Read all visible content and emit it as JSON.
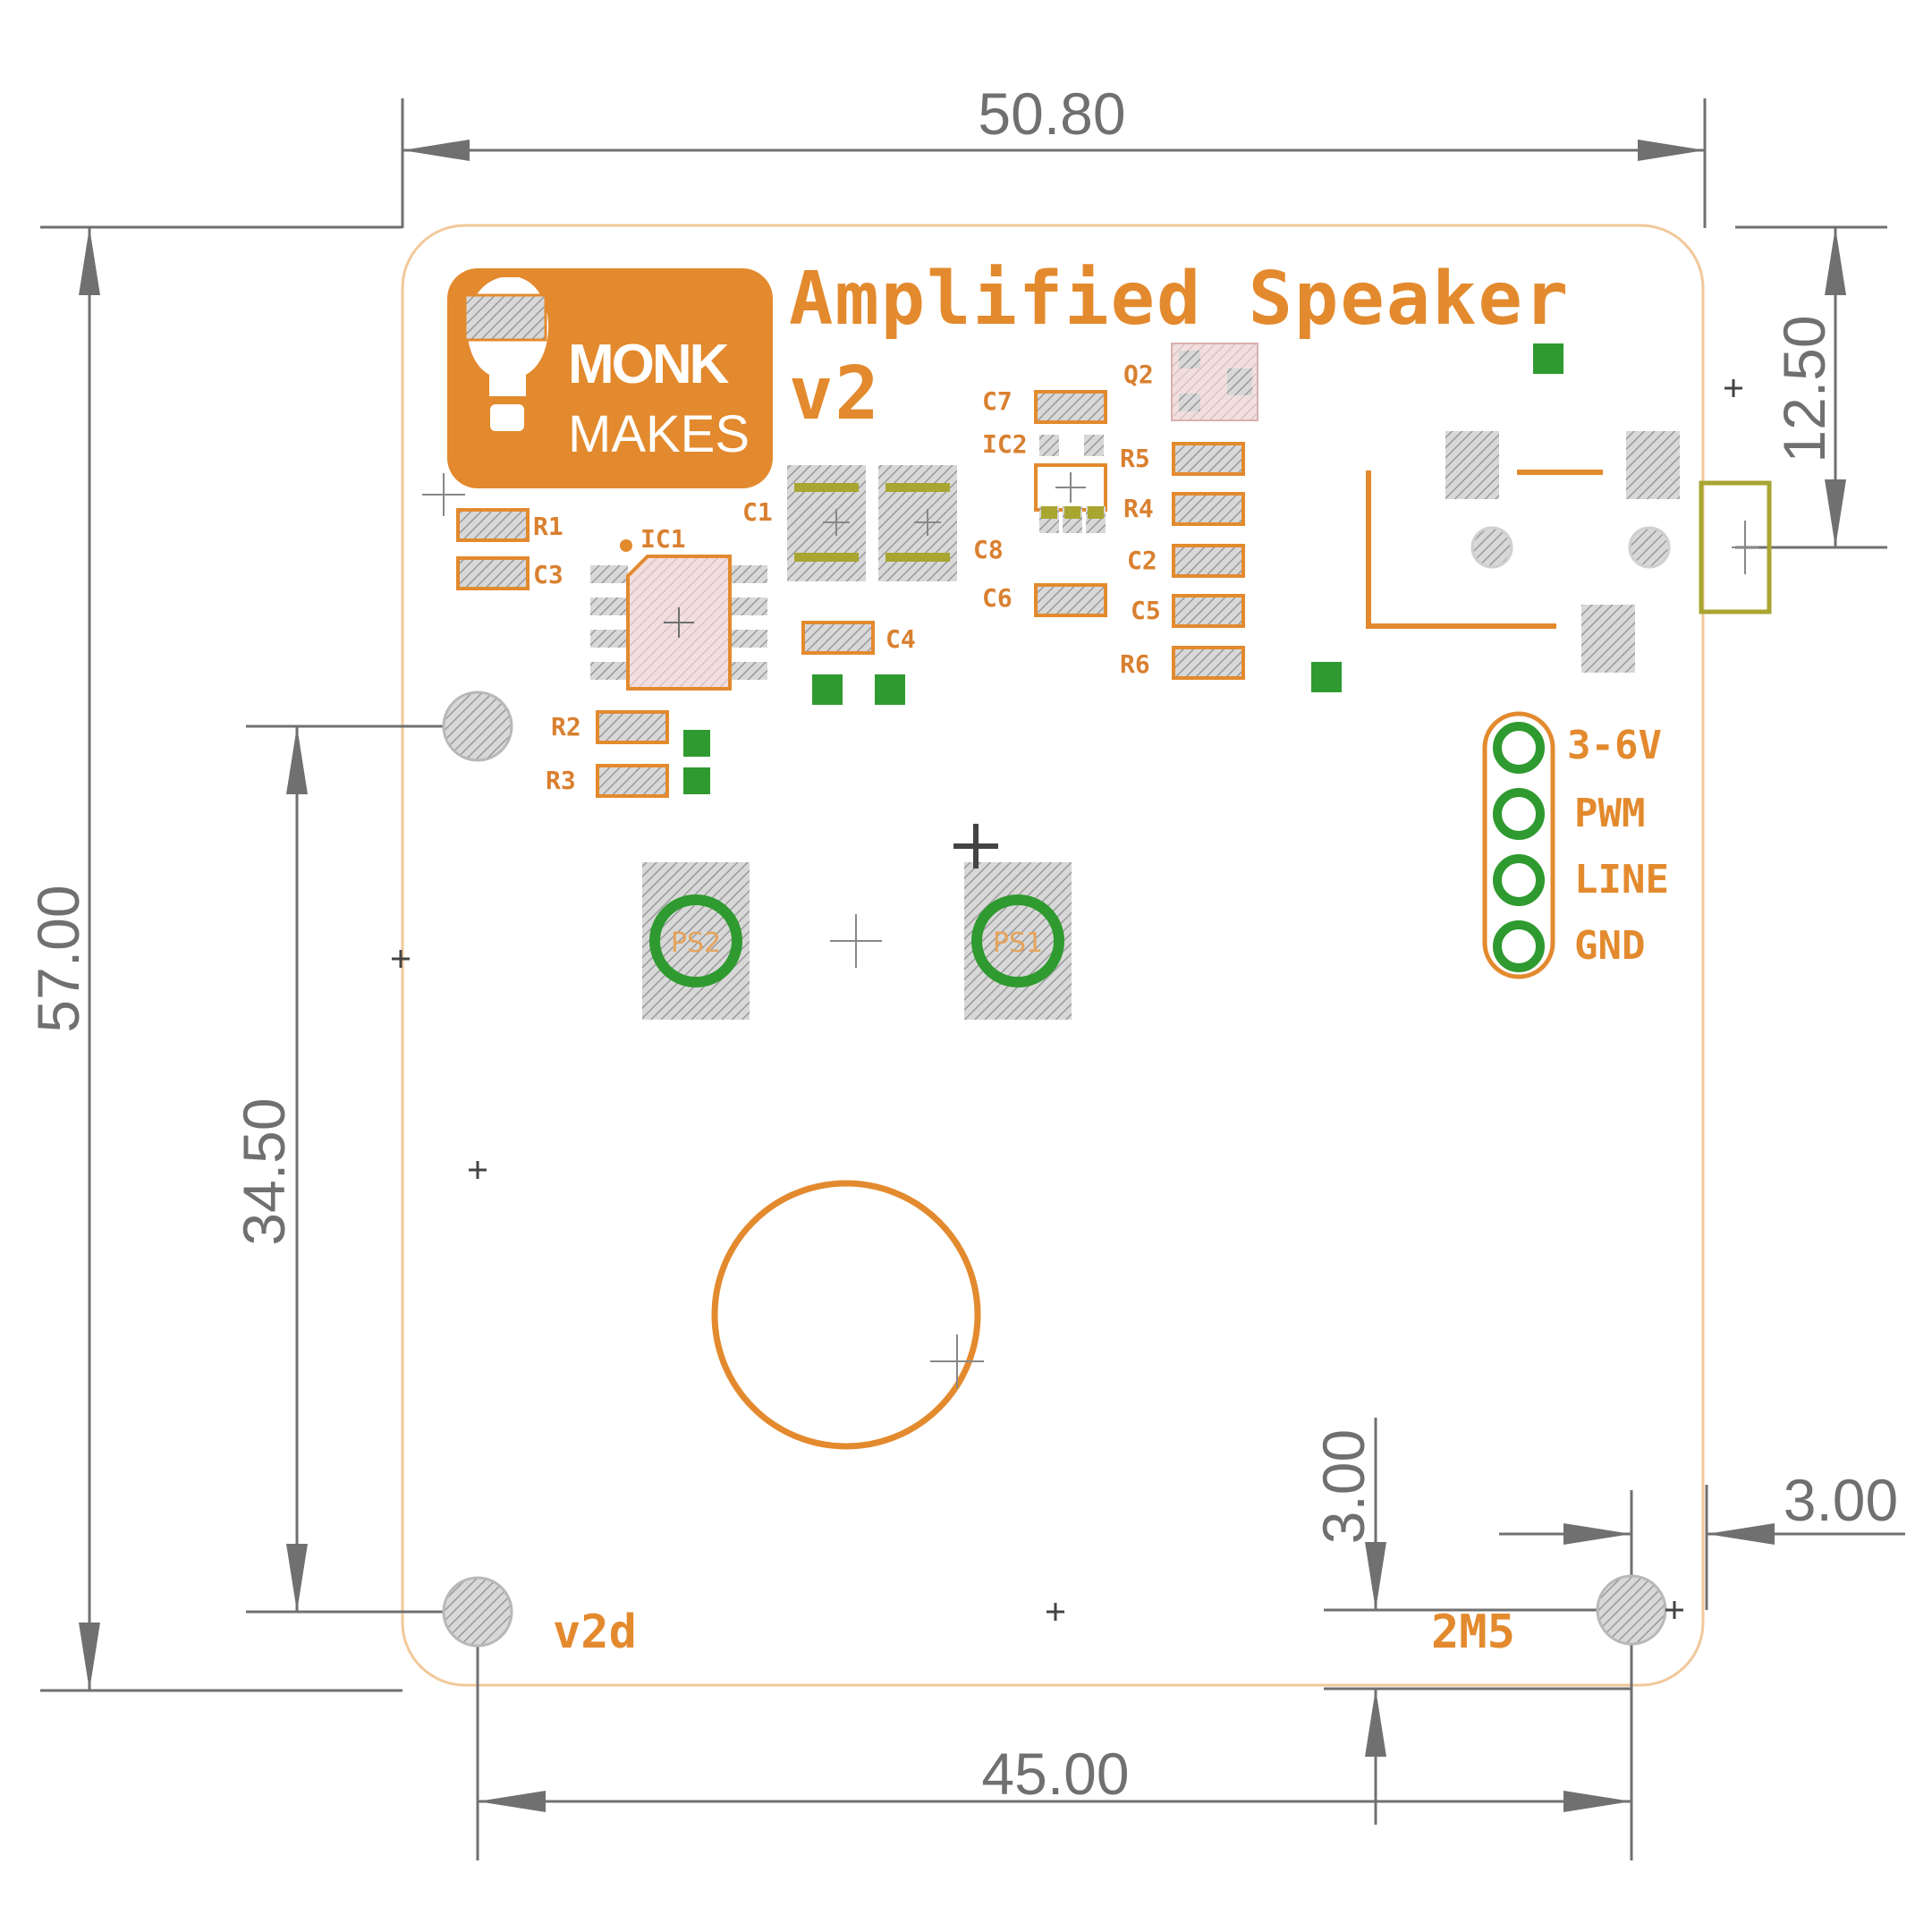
{
  "title": {
    "line1": "Amplified Speaker",
    "line2": "v2"
  },
  "logo": {
    "top": "MONK",
    "bottom": "MAKES"
  },
  "dimensions": {
    "width_top": "50.80",
    "height_left": "57.00",
    "hole_to_top_hole": "34.50",
    "right_top_offset": "12.50",
    "hole_spacing_bottom": "45.00",
    "hole_inset_vertical": "3.00",
    "hole_inset_horizontal": "3.00"
  },
  "components": {
    "r1": "R1",
    "c3": "C3",
    "ic1": "IC1",
    "c1": "C1",
    "c4": "C4",
    "r2": "R2",
    "r3": "R3",
    "c7": "C7",
    "ic2": "IC2",
    "c8": "C8",
    "c6": "C6",
    "q2": "Q2",
    "r5": "R5",
    "r4": "R4",
    "c2": "C2",
    "c5": "C5",
    "r6": "R6",
    "ps1": "PS1",
    "ps2": "PS2"
  },
  "pins": [
    {
      "label": "3-6V"
    },
    {
      "label": "PWM"
    },
    {
      "label": "LINE"
    },
    {
      "label": "GND"
    }
  ],
  "markings": {
    "version": "v2d",
    "hole_size": "2M5",
    "plus": "+"
  },
  "colors": {
    "silkscreen": "#e38a2e",
    "dimension": "#707070",
    "pad_green": "#2f9a2f",
    "pad_grey": "#a9a9a9",
    "connector_olive": "#a8a631"
  }
}
